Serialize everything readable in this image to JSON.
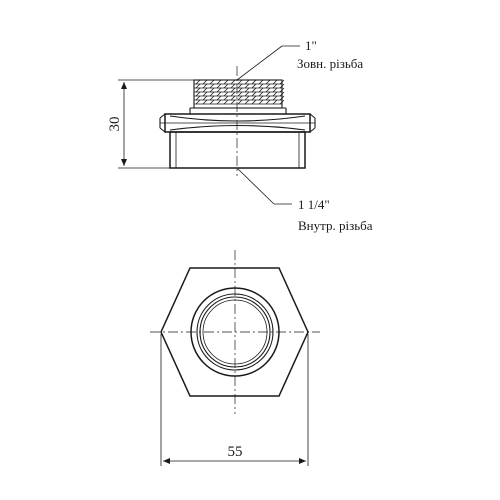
{
  "drawing": {
    "top_view": {
      "thread_size_label": "1\"",
      "thread_type_label": "Зовн. різьба",
      "height_dimension": "30",
      "bottom_size_label": "1 1/4\"",
      "bottom_type_label": "Внутр. різьба"
    },
    "bottom_view": {
      "width_dimension": "55"
    },
    "colors": {
      "line": "#1a1a1a",
      "background": "#ffffff"
    }
  }
}
